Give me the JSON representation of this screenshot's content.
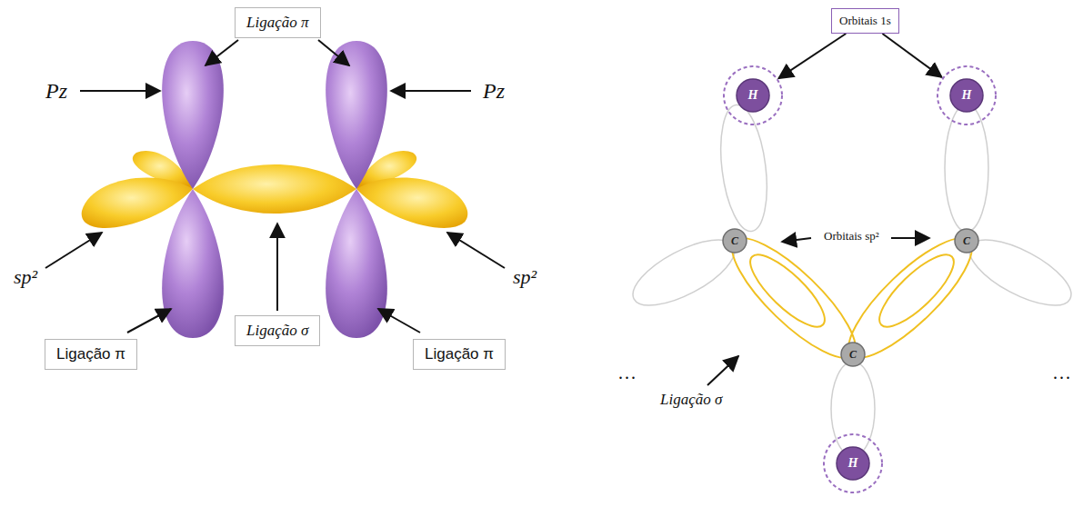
{
  "diagram": {
    "nodes": [
      {
        "text": [
          "Ligação π"
        ]
      },
      {
        "text": [
          "Orbitais 1s"
        ]
      },
      {
        "text": [
          "H"
        ]
      },
      {
        "text": [
          "H"
        ]
      },
      {
        "text": [
          "C"
        ]
      },
      {
        "text": [
          "C"
        ]
      },
      {
        "text": [
          "Ligação σ"
        ]
      },
      {
        "text": [
          "Ligação π"
        ]
      },
      {
        "text": [
          "Ligação π"
        ]
      },
      {
        "text": [
          "C"
        ]
      },
      {
        "text": [
          "H"
        ]
      }
    ],
    "edges": [
      {
        "from": 1,
        "to": 2,
        "arrow": "to"
      },
      {
        "from": 1,
        "to": 3,
        "arrow": "to"
      }
    ],
    "labels": [
      "Pz",
      "Pz",
      "sp²",
      "sp²",
      "Orbitais sp²",
      "Ligação σ",
      "...",
      "..."
    ]
  }
}
